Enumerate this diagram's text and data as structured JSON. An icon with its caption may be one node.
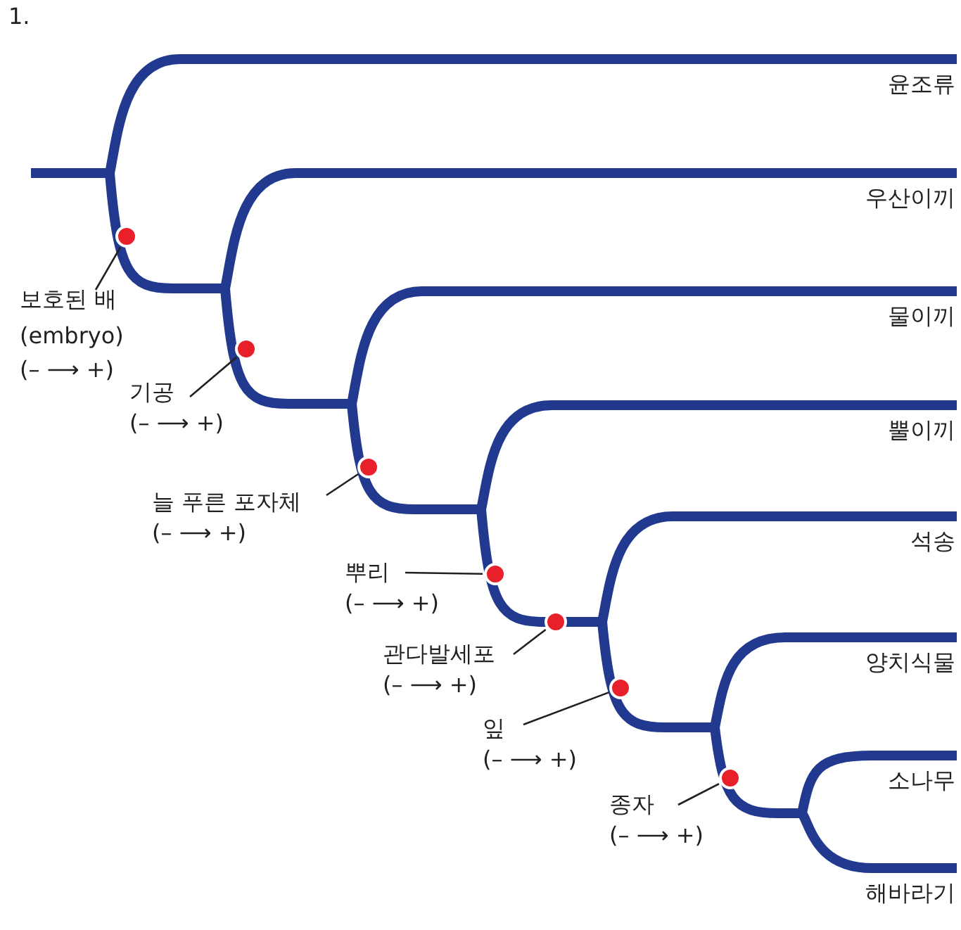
{
  "diagram": {
    "nodes": [
      {
        "text": [
          "윤조류"
        ]
      },
      {
        "text": [
          "우산이끼"
        ]
      },
      {
        "text": [
          "물이끼"
        ]
      },
      {
        "text": [
          "뿔이끼"
        ]
      },
      {
        "text": [
          "석송"
        ]
      },
      {
        "text": [
          "양치식물"
        ]
      },
      {
        "text": [
          "소나무"
        ]
      },
      {
        "text": [
          "해바라기"
        ]
      },
      {
        "text": [
          "보호된 배 (embryo)",
          "(– ⟶ +)"
        ]
      },
      {
        "text": [
          "기공",
          "(– ⟶ +)"
        ]
      },
      {
        "text": [
          "늘 푸른 포자체",
          "(– ⟶ +)"
        ]
      },
      {
        "text": [
          "뿌리",
          "(– ⟶ +)"
        ]
      },
      {
        "text": [
          "관다발세포",
          "(– ⟶ +)"
        ]
      },
      {
        "text": [
          "잎",
          "(– ⟶ +)"
        ]
      },
      {
        "text": [
          "종자",
          "(– ⟶ +)"
        ]
      },
      {
        "text": [],
        "shape": "circle"
      },
      {
        "text": [],
        "shape": "circle"
      },
      {
        "text": [],
        "shape": "circle"
      },
      {
        "text": [],
        "shape": "circle"
      },
      {
        "text": [],
        "shape": "circle"
      },
      {
        "text": [],
        "shape": "circle"
      },
      {
        "text": [],
        "shape": "circle"
      }
    ],
    "edges": [
      {
        "from": 8,
        "to": 15,
        "arrow": "none"
      },
      {
        "from": 9,
        "to": 16,
        "arrow": "none"
      },
      {
        "from": 10,
        "to": 17,
        "arrow": "none"
      },
      {
        "from": 11,
        "to": 18,
        "arrow": "none"
      },
      {
        "from": 12,
        "to": 19,
        "arrow": "none"
      },
      {
        "from": 13,
        "to": 20,
        "arrow": "none"
      },
      {
        "from": 14,
        "to": 21,
        "arrow": "none"
      }
    ],
    "labels": [
      "1."
    ]
  }
}
